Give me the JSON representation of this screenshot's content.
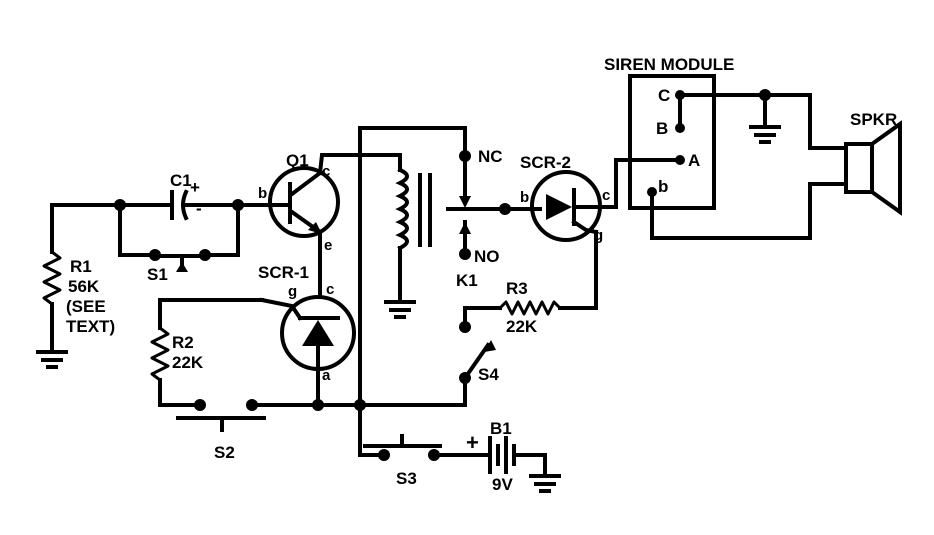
{
  "labels": {
    "r1": [
      "R1",
      "56K",
      "(SEE",
      "TEXT)"
    ],
    "c1": "C1",
    "c1_plus": "+",
    "c1_minus": "-",
    "s1": "S1",
    "q1": "Q1",
    "q1_b": "b",
    "q1_c": "c",
    "q1_e": "e",
    "scr1": "SCR-1",
    "scr1_g": "g",
    "scr1_c": "c",
    "scr1_a": "a",
    "r2": [
      "R2",
      "22K"
    ],
    "s2": "S2",
    "s3": "S3",
    "b1": [
      "B1",
      "9V"
    ],
    "b1_plus": "+",
    "k1": "K1",
    "nc": "NC",
    "no": "NO",
    "scr2": "SCR-2",
    "scr2_b": "b",
    "scr2_c": "c",
    "scr2_g": "g",
    "r3": [
      "R3",
      "22K"
    ],
    "s4": "S4",
    "siren_module": "SIREN MODULE",
    "module_c": "C",
    "module_b": "B",
    "module_a": "A",
    "module_b2": "b",
    "spkr": "SPKR"
  }
}
